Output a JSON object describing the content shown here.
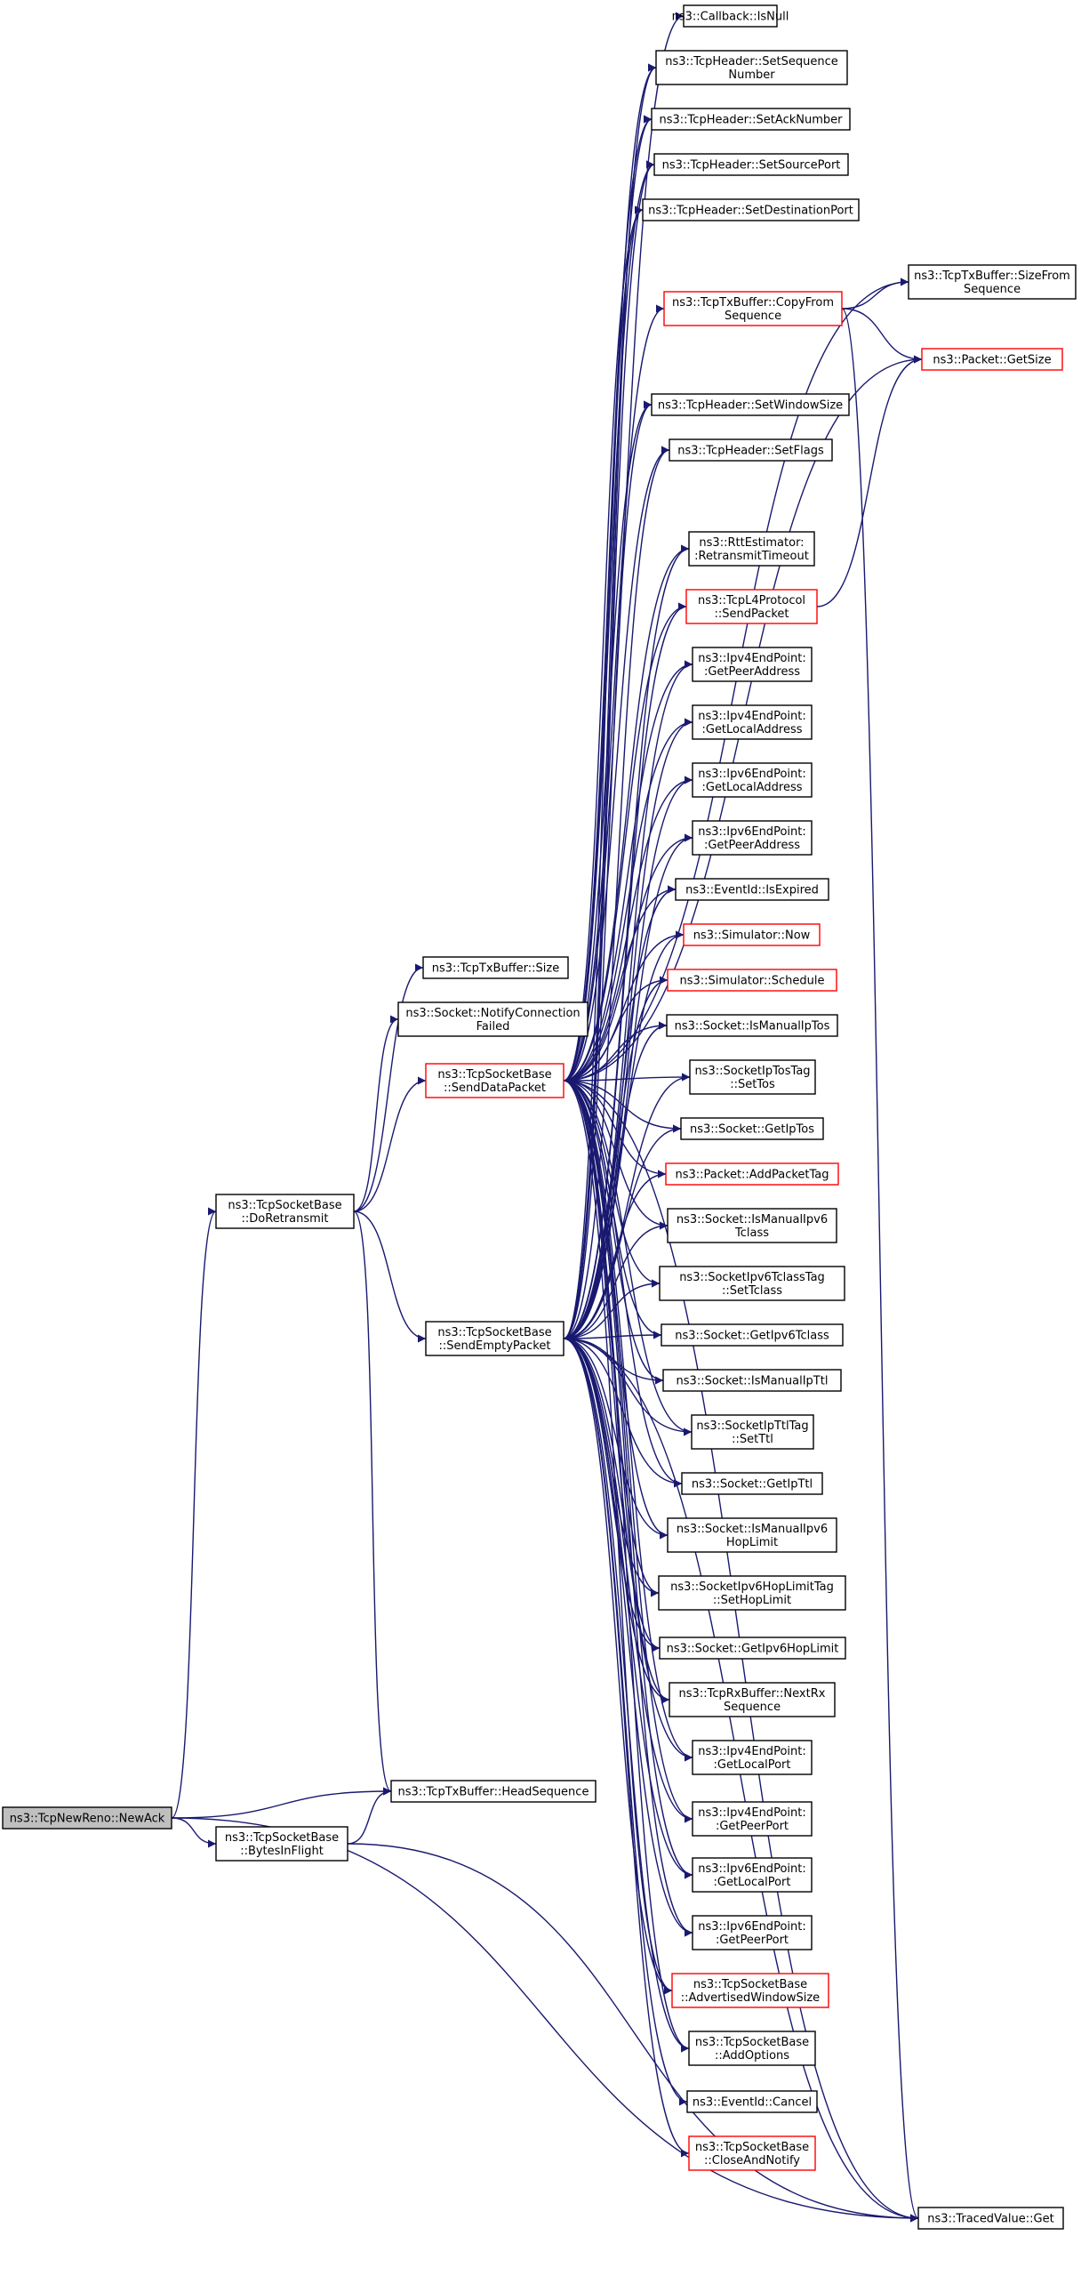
{
  "nodes": {
    "newack": {
      "lines": [
        "ns3::TcpNewReno::NewAck"
      ],
      "style": "focus"
    },
    "doretransmit": {
      "lines": [
        "ns3::TcpSocketBase",
        "::DoRetransmit"
      ],
      "style": "normal"
    },
    "bytesinflight": {
      "lines": [
        "ns3::TcpSocketBase",
        "::BytesInFlight"
      ],
      "style": "normal"
    },
    "headsequence": {
      "lines": [
        "ns3::TcpTxBuffer::HeadSequence"
      ],
      "style": "normal"
    },
    "txsize": {
      "lines": [
        "ns3::TcpTxBuffer::Size"
      ],
      "style": "normal"
    },
    "notifyconnfail": {
      "lines": [
        "ns3::Socket::NotifyConnection",
        "Failed"
      ],
      "style": "normal"
    },
    "senddatapacket": {
      "lines": [
        "ns3::TcpSocketBase",
        "::SendDataPacket"
      ],
      "style": "red"
    },
    "sendemptypacket": {
      "lines": [
        "ns3::TcpSocketBase",
        "::SendEmptyPacket"
      ],
      "style": "normal"
    },
    "isnull": {
      "lines": [
        "ns3::Callback::IsNull"
      ],
      "style": "normal"
    },
    "setseq": {
      "lines": [
        "ns3::TcpHeader::SetSequence",
        "Number"
      ],
      "style": "normal"
    },
    "setack": {
      "lines": [
        "ns3::TcpHeader::SetAckNumber"
      ],
      "style": "normal"
    },
    "setsrcport": {
      "lines": [
        "ns3::TcpHeader::SetSourcePort"
      ],
      "style": "normal"
    },
    "setdstport": {
      "lines": [
        "ns3::TcpHeader::SetDestinationPort"
      ],
      "style": "normal"
    },
    "copyfromseq": {
      "lines": [
        "ns3::TcpTxBuffer::CopyFrom",
        "Sequence"
      ],
      "style": "red"
    },
    "sizefromseq": {
      "lines": [
        "ns3::TcpTxBuffer::SizeFrom",
        "Sequence"
      ],
      "style": "normal"
    },
    "getsize": {
      "lines": [
        "ns3::Packet::GetSize"
      ],
      "style": "red"
    },
    "setwindow": {
      "lines": [
        "ns3::TcpHeader::SetWindowSize"
      ],
      "style": "normal"
    },
    "setflags": {
      "lines": [
        "ns3::TcpHeader::SetFlags"
      ],
      "style": "normal"
    },
    "rto": {
      "lines": [
        "ns3::RttEstimator:",
        ":RetransmitTimeout"
      ],
      "style": "normal"
    },
    "l4send": {
      "lines": [
        "ns3::TcpL4Protocol",
        "::SendPacket"
      ],
      "style": "red"
    },
    "ip4peer": {
      "lines": [
        "ns3::Ipv4EndPoint:",
        ":GetPeerAddress"
      ],
      "style": "normal"
    },
    "ip4local": {
      "lines": [
        "ns3::Ipv4EndPoint:",
        ":GetLocalAddress"
      ],
      "style": "normal"
    },
    "ip6local": {
      "lines": [
        "ns3::Ipv6EndPoint:",
        ":GetLocalAddress"
      ],
      "style": "normal"
    },
    "ip6peer": {
      "lines": [
        "ns3::Ipv6EndPoint:",
        ":GetPeerAddress"
      ],
      "style": "normal"
    },
    "isexpired": {
      "lines": [
        "ns3::EventId::IsExpired"
      ],
      "style": "normal"
    },
    "simnow": {
      "lines": [
        "ns3::Simulator::Now"
      ],
      "style": "red"
    },
    "simschedule": {
      "lines": [
        "ns3::Simulator::Schedule"
      ],
      "style": "red"
    },
    "ismanualiptos": {
      "lines": [
        "ns3::Socket::IsManualIpTos"
      ],
      "style": "normal"
    },
    "iptostag": {
      "lines": [
        "ns3::SocketIpTosTag",
        "::SetTos"
      ],
      "style": "normal"
    },
    "getiptos": {
      "lines": [
        "ns3::Socket::GetIpTos"
      ],
      "style": "normal"
    },
    "addpackettag": {
      "lines": [
        "ns3::Packet::AddPacketTag"
      ],
      "style": "red"
    },
    "ismanualv6tclass": {
      "lines": [
        "ns3::Socket::IsManualIpv6",
        "Tclass"
      ],
      "style": "normal"
    },
    "v6tclasstag": {
      "lines": [
        "ns3::SocketIpv6TclassTag",
        "::SetTclass"
      ],
      "style": "normal"
    },
    "getv6tclass": {
      "lines": [
        "ns3::Socket::GetIpv6Tclass"
      ],
      "style": "normal"
    },
    "ismanualipttl": {
      "lines": [
        "ns3::Socket::IsManualIpTtl"
      ],
      "style": "normal"
    },
    "ipttltag": {
      "lines": [
        "ns3::SocketIpTtlTag",
        "::SetTtl"
      ],
      "style": "normal"
    },
    "getipttl": {
      "lines": [
        "ns3::Socket::GetIpTtl"
      ],
      "style": "normal"
    },
    "ismanualv6hop": {
      "lines": [
        "ns3::Socket::IsManualIpv6",
        "HopLimit"
      ],
      "style": "normal"
    },
    "v6hoptag": {
      "lines": [
        "ns3::SocketIpv6HopLimitTag",
        "::SetHopLimit"
      ],
      "style": "normal"
    },
    "getv6hop": {
      "lines": [
        "ns3::Socket::GetIpv6HopLimit"
      ],
      "style": "normal"
    },
    "nextrxseq": {
      "lines": [
        "ns3::TcpRxBuffer::NextRx",
        "Sequence"
      ],
      "style": "normal"
    },
    "ip4localport": {
      "lines": [
        "ns3::Ipv4EndPoint:",
        ":GetLocalPort"
      ],
      "style": "normal"
    },
    "ip4peerport": {
      "lines": [
        "ns3::Ipv4EndPoint:",
        ":GetPeerPort"
      ],
      "style": "normal"
    },
    "ip6localport": {
      "lines": [
        "ns3::Ipv6EndPoint:",
        ":GetLocalPort"
      ],
      "style": "normal"
    },
    "ip6peerport": {
      "lines": [
        "ns3::Ipv6EndPoint:",
        ":GetPeerPort"
      ],
      "style": "normal"
    },
    "advwin": {
      "lines": [
        "ns3::TcpSocketBase",
        "::AdvertisedWindowSize"
      ],
      "style": "red"
    },
    "addoptions": {
      "lines": [
        "ns3::TcpSocketBase",
        "::AddOptions"
      ],
      "style": "normal"
    },
    "eventcancel": {
      "lines": [
        "ns3::EventId::Cancel"
      ],
      "style": "normal"
    },
    "closenotify": {
      "lines": [
        "ns3::TcpSocketBase",
        "::CloseAndNotify"
      ],
      "style": "red"
    },
    "tracedget": {
      "lines": [
        "ns3::TracedValue::Get"
      ],
      "style": "normal"
    }
  },
  "edges": [
    [
      "newack",
      "doretransmit"
    ],
    [
      "newack",
      "headsequence"
    ],
    [
      "newack",
      "bytesinflight"
    ],
    [
      "newack",
      "tracedget"
    ],
    [
      "doretransmit",
      "txsize"
    ],
    [
      "doretransmit",
      "notifyconnfail"
    ],
    [
      "doretransmit",
      "senddatapacket"
    ],
    [
      "doretransmit",
      "sendemptypacket"
    ],
    [
      "doretransmit",
      "headsequence"
    ],
    [
      "bytesinflight",
      "headsequence"
    ],
    [
      "bytesinflight",
      "tracedget"
    ],
    [
      "copyfromseq",
      "sizefromseq"
    ],
    [
      "copyfromseq",
      "getsize"
    ],
    [
      "copyfromseq",
      "tracedget"
    ],
    [
      "l4send",
      "getsize"
    ],
    [
      "senddatapacket",
      "isnull"
    ],
    [
      "senddatapacket",
      "setseq"
    ],
    [
      "senddatapacket",
      "setack"
    ],
    [
      "senddatapacket",
      "setsrcport"
    ],
    [
      "senddatapacket",
      "setdstport"
    ],
    [
      "senddatapacket",
      "copyfromseq"
    ],
    [
      "senddatapacket",
      "sizefromseq"
    ],
    [
      "senddatapacket",
      "getsize"
    ],
    [
      "senddatapacket",
      "setwindow"
    ],
    [
      "senddatapacket",
      "setflags"
    ],
    [
      "senddatapacket",
      "tracedget"
    ],
    [
      "senddatapacket",
      "rto"
    ],
    [
      "senddatapacket",
      "l4send"
    ],
    [
      "senddatapacket",
      "ip4peer"
    ],
    [
      "senddatapacket",
      "ip4local"
    ],
    [
      "senddatapacket",
      "ip6local"
    ],
    [
      "senddatapacket",
      "ip6peer"
    ],
    [
      "senddatapacket",
      "isexpired"
    ],
    [
      "senddatapacket",
      "simnow"
    ],
    [
      "senddatapacket",
      "simschedule"
    ],
    [
      "senddatapacket",
      "ismanualiptos"
    ],
    [
      "senddatapacket",
      "iptostag"
    ],
    [
      "senddatapacket",
      "getiptos"
    ],
    [
      "senddatapacket",
      "addpackettag"
    ],
    [
      "senddatapacket",
      "ismanualv6tclass"
    ],
    [
      "senddatapacket",
      "v6tclasstag"
    ],
    [
      "senddatapacket",
      "getv6tclass"
    ],
    [
      "senddatapacket",
      "ismanualipttl"
    ],
    [
      "senddatapacket",
      "ipttltag"
    ],
    [
      "senddatapacket",
      "getipttl"
    ],
    [
      "senddatapacket",
      "ismanualv6hop"
    ],
    [
      "senddatapacket",
      "v6hoptag"
    ],
    [
      "senddatapacket",
      "getv6hop"
    ],
    [
      "senddatapacket",
      "nextrxseq"
    ],
    [
      "senddatapacket",
      "ip4localport"
    ],
    [
      "senddatapacket",
      "ip4peerport"
    ],
    [
      "senddatapacket",
      "ip6localport"
    ],
    [
      "senddatapacket",
      "ip6peerport"
    ],
    [
      "senddatapacket",
      "advwin"
    ],
    [
      "senddatapacket",
      "addoptions"
    ],
    [
      "sendemptypacket",
      "setseq"
    ],
    [
      "sendemptypacket",
      "setack"
    ],
    [
      "sendemptypacket",
      "setsrcport"
    ],
    [
      "sendemptypacket",
      "setdstport"
    ],
    [
      "sendemptypacket",
      "setwindow"
    ],
    [
      "sendemptypacket",
      "setflags"
    ],
    [
      "sendemptypacket",
      "rto"
    ],
    [
      "sendemptypacket",
      "l4send"
    ],
    [
      "sendemptypacket",
      "ip4peer"
    ],
    [
      "sendemptypacket",
      "ip4local"
    ],
    [
      "sendemptypacket",
      "ip6local"
    ],
    [
      "sendemptypacket",
      "ip6peer"
    ],
    [
      "sendemptypacket",
      "isexpired"
    ],
    [
      "sendemptypacket",
      "simnow"
    ],
    [
      "sendemptypacket",
      "simschedule"
    ],
    [
      "sendemptypacket",
      "ismanualiptos"
    ],
    [
      "sendemptypacket",
      "iptostag"
    ],
    [
      "sendemptypacket",
      "getiptos"
    ],
    [
      "sendemptypacket",
      "addpackettag"
    ],
    [
      "sendemptypacket",
      "ismanualv6tclass"
    ],
    [
      "sendemptypacket",
      "v6tclasstag"
    ],
    [
      "sendemptypacket",
      "getv6tclass"
    ],
    [
      "sendemptypacket",
      "ismanualipttl"
    ],
    [
      "sendemptypacket",
      "ipttltag"
    ],
    [
      "sendemptypacket",
      "getipttl"
    ],
    [
      "sendemptypacket",
      "ismanualv6hop"
    ],
    [
      "sendemptypacket",
      "v6hoptag"
    ],
    [
      "sendemptypacket",
      "getv6hop"
    ],
    [
      "sendemptypacket",
      "nextrxseq"
    ],
    [
      "sendemptypacket",
      "ip4localport"
    ],
    [
      "sendemptypacket",
      "ip4peerport"
    ],
    [
      "sendemptypacket",
      "ip6localport"
    ],
    [
      "sendemptypacket",
      "ip6peerport"
    ],
    [
      "sendemptypacket",
      "advwin"
    ],
    [
      "sendemptypacket",
      "addoptions"
    ],
    [
      "sendemptypacket",
      "eventcancel"
    ],
    [
      "sendemptypacket",
      "closenotify"
    ],
    [
      "sendemptypacket",
      "tracedget"
    ]
  ],
  "colors": {
    "edge": "#191970",
    "focus_fill": "#bfbfbf",
    "highlight_border": "#ff0000",
    "border": "#000000"
  }
}
